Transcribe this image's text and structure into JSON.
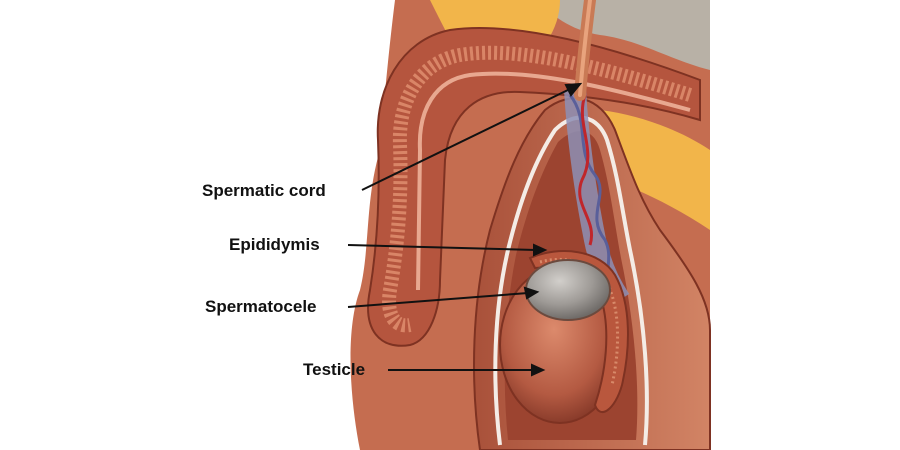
{
  "labels": {
    "spermatic_cord": "Spermatic cord",
    "epididymis": "Epididymis",
    "spermatocele": "Spermatocele",
    "testicle": "Testicle"
  },
  "colors": {
    "background": "#ffffff",
    "tissue": "#b5553e",
    "tissue_dark": "#7e3222",
    "tissue_light": "#d98567",
    "fat": "#f2b54a",
    "cyst": "#a9a6a2",
    "skin": "#cf7f5e",
    "label_text": "#111111"
  }
}
